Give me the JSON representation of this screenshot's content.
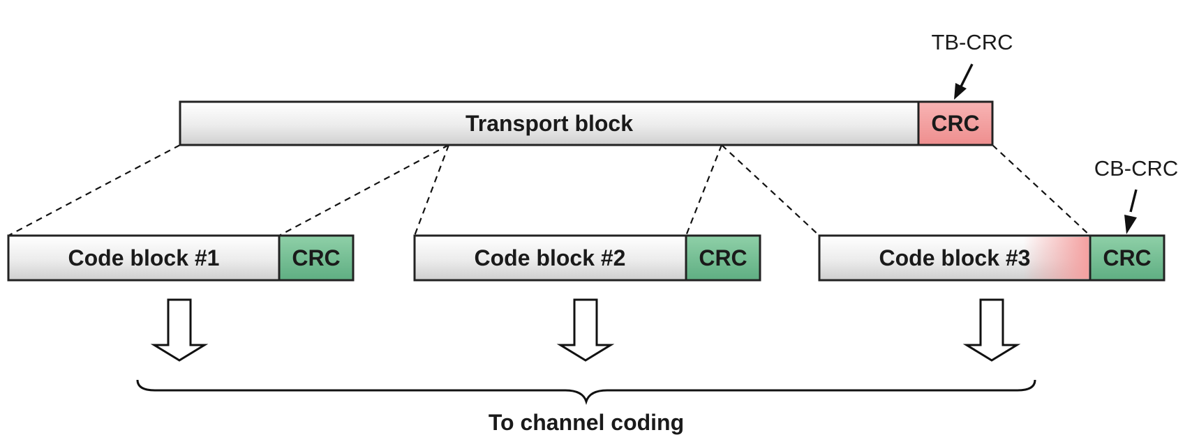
{
  "labels": {
    "transport_block": "Transport block",
    "tb_crc_box": "CRC",
    "tb_crc_callout": "TB-CRC",
    "cb_crc_callout": "CB-CRC",
    "code_block_1": "Code block #1",
    "code_block_2": "Code block #2",
    "code_block_3": "Code block #3",
    "cb_crc_1": "CRC",
    "cb_crc_2": "CRC",
    "cb_crc_3": "CRC",
    "destination": "To channel coding"
  },
  "colors": {
    "block_fill": "#efefef",
    "tb_crc_fill": "#f4a0a0",
    "cb_crc_fill": "#7cc49a",
    "outline": "#222222"
  }
}
